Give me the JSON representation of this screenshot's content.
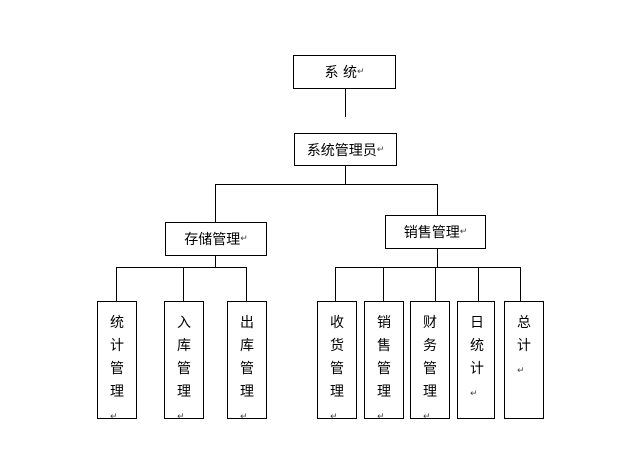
{
  "diagram": {
    "root": {
      "label": "系 统",
      "mark": "↵"
    },
    "admin": {
      "label": "系统管理员",
      "mark": "↵"
    },
    "storage": {
      "label": "存储管理",
      "mark": "↵"
    },
    "sales": {
      "label": "销售管理",
      "mark": "↵"
    },
    "storage_children": [
      {
        "label": "统计管理",
        "mark": "↵"
      },
      {
        "label": "入库管理",
        "mark": "↵"
      },
      {
        "label": "出库管理",
        "mark": "↵"
      }
    ],
    "sales_children": [
      {
        "label": "收货管理",
        "mark": "↵"
      },
      {
        "label": "销售管理",
        "mark": "↵"
      },
      {
        "label": "财务管理",
        "mark": "↵"
      },
      {
        "label": "日统计",
        "mark": "↵"
      },
      {
        "label": "总计",
        "mark": "↵"
      }
    ]
  }
}
